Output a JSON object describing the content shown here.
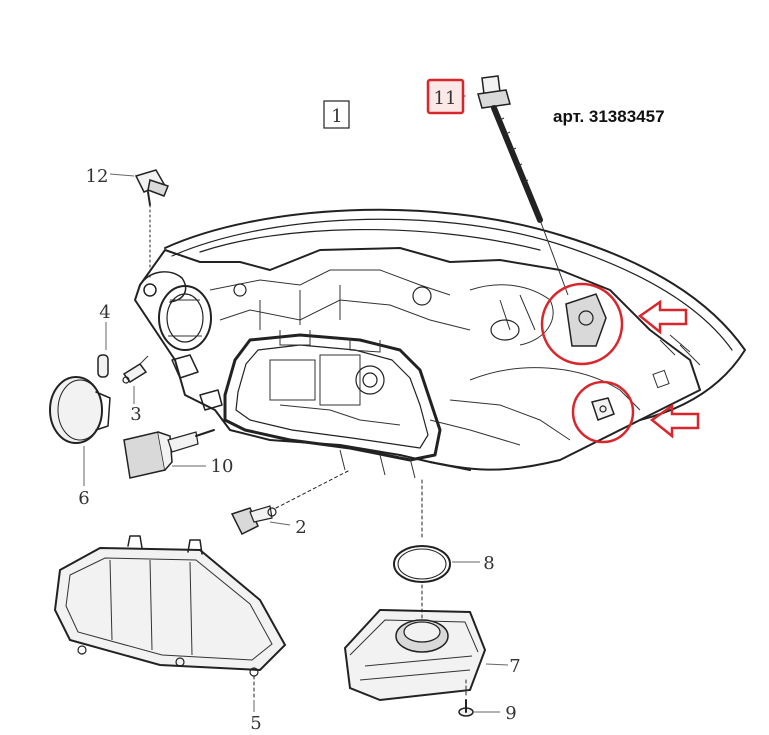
{
  "colors": {
    "highlight": "#d9262c",
    "line": "#222222",
    "background": "#ffffff"
  },
  "labels": {
    "view": "1",
    "part11": "11",
    "article": "арт. 31383457",
    "part12": "12",
    "part4": "4",
    "part3": "3",
    "part6": "6",
    "part10": "10",
    "part2": "2",
    "part8": "8",
    "part7": "7",
    "part5": "5",
    "part9": "9"
  }
}
